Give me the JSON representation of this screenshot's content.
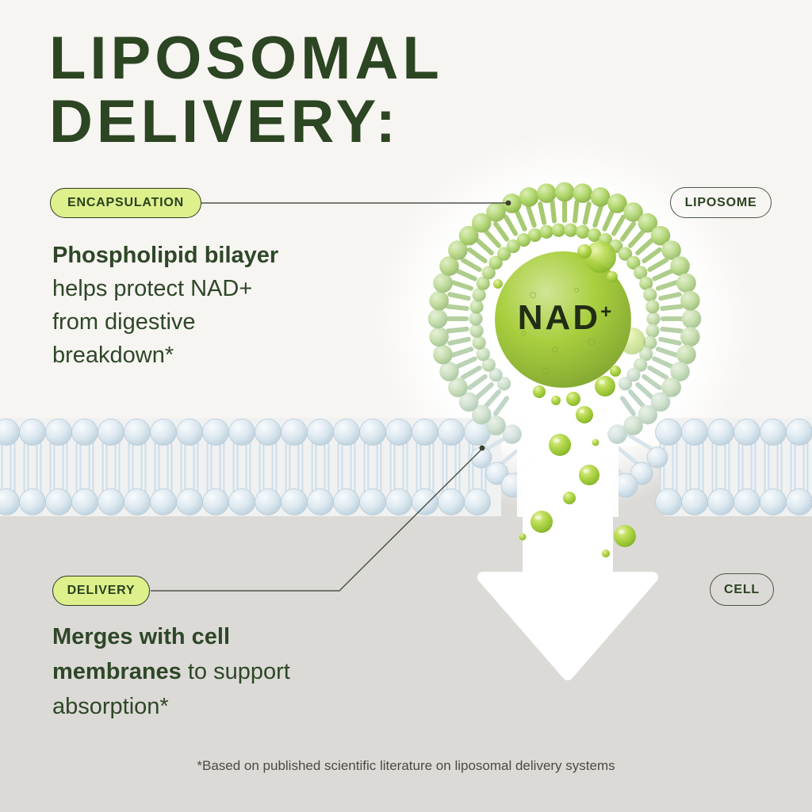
{
  "header": {
    "title_line1": "LIPOSOMAL",
    "title_line2": "DELIVERY:"
  },
  "badges": {
    "encapsulation": "ENCAPSULATION",
    "liposome": "LIPOSOME",
    "delivery": "DELIVERY",
    "cell": "CELL"
  },
  "encapsulation_text": {
    "line1_bold": "Phospholipid bilayer",
    "line2": "helps protect NAD+",
    "line3": "from digestive",
    "line4": "breakdown*"
  },
  "delivery_text": {
    "line1_bold": "Merges with cell",
    "line2_bold": "membranes",
    "line2_rest": " to support",
    "line3": "absorption*"
  },
  "illustration": {
    "nad_label": "NAD",
    "nad_superscript": "+",
    "icons": {
      "liposome": "liposome-vesicle-icon",
      "membrane": "phospholipid-bilayer-icon",
      "arrow": "down-arrow-icon",
      "droplets": "nad-droplets-icon"
    }
  },
  "footnote": "*Based on published scientific literature on liposomal delivery systems",
  "colors": {
    "title_green": "#2c4522",
    "body_green": "#2e4728",
    "pill_green_bg": "#def08c",
    "pill_border_dark": "#2d3f24",
    "outline_pill_border": "#4d574c",
    "nad_sphere_green": "#a9cf3f",
    "droplet_green": "#94c131",
    "liposome_green": "#a8d25f",
    "membrane_blue": "#ccdce6",
    "bg_top": "#f7f5f2",
    "bg_bottom": "#dcdad7",
    "arrow_white": "#ffffff",
    "footnote_gray": "#4b4b45",
    "connector": "#4e554b"
  }
}
